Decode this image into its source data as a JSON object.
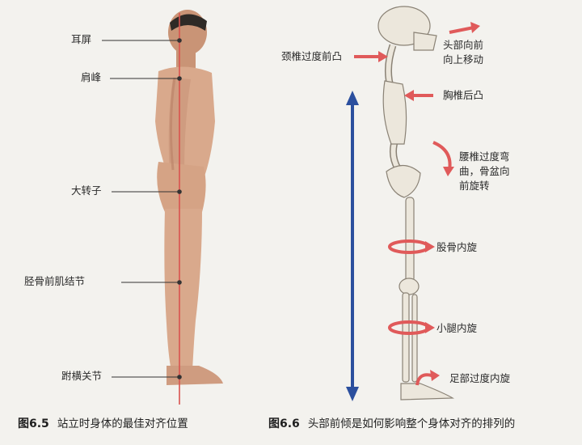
{
  "figure_left": {
    "labels": {
      "ear": "耳屏",
      "shoulder": "肩峰",
      "trochanter": "大转子",
      "tibia": "胫骨前肌结节",
      "tarsal": "跗横关节"
    },
    "caption": {
      "number": "图6.5",
      "text": "站立时身体的最佳对齐位置"
    }
  },
  "figure_right": {
    "labels": {
      "neck": "颈椎过度前凸",
      "head_1": "头部向前",
      "head_2": "向上移动",
      "thoracic": "胸椎后凸",
      "lumbar_1": "腰椎过度弯",
      "lumbar_2": "曲，骨盆向",
      "lumbar_3": "前旋转",
      "femur": "股骨内旋",
      "shin": "小腿内旋",
      "foot": "足部过度内旋"
    },
    "caption": {
      "number": "图6.6",
      "text": "头部前倾是如何影响整个身体对齐的排列的"
    }
  },
  "colors": {
    "plumb_line": "#d9534f",
    "arrow_red": "#e05a5a",
    "axis_blue": "#2b4f9e",
    "skin": "#d9a98c",
    "bone": "#ece7dc"
  }
}
